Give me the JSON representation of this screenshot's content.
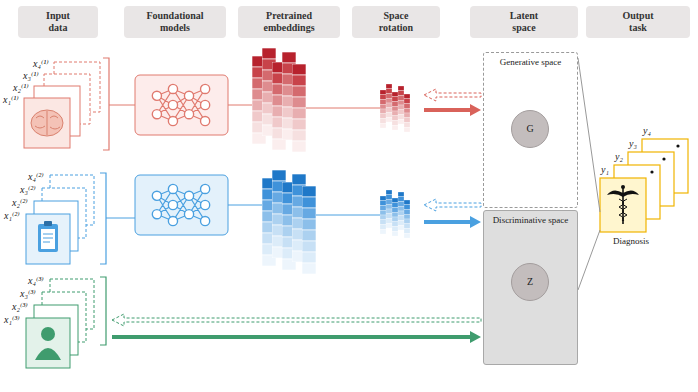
{
  "diagram": {
    "nodes": [
      {
        "text": [
          "Input data"
        ]
      },
      {
        "text": [
          "Foundational models"
        ]
      },
      {
        "text": [
          "Pretrained embeddings"
        ]
      },
      {
        "text": [
          "Space rotation"
        ]
      },
      {
        "text": [
          "Latent space"
        ]
      },
      {
        "text": [
          "Output task"
        ]
      },
      {
        "text": [
          "Generative space"
        ]
      },
      {
        "text": [
          "G"
        ],
        "in": 6
      },
      {
        "text": [
          "Discriminative space"
        ]
      },
      {
        "text": [
          "Z"
        ],
        "in": 8
      },
      {
        "text": [
          "Diagnosis"
        ]
      }
    ],
    "edges": [
      {
        "from": 6,
        "to": 10,
        "arrow": "none"
      },
      {
        "from": 8,
        "to": 10,
        "arrow": "none"
      }
    ],
    "labels": [
      "x₄⁽¹⁾",
      "x₃⁽¹⁾",
      "x₂⁽¹⁾",
      "x₁⁽¹⁾",
      "x₄⁽²⁾",
      "x₃⁽²⁾",
      "x₂⁽²⁾",
      "x₁⁽²⁾",
      "x₄⁽³⁾",
      "x₃⁽³⁾",
      "x₂⁽³⁾",
      "x₁⁽³⁾",
      "y₄",
      "y₃",
      "y₂",
      "y₁"
    ]
  }
}
